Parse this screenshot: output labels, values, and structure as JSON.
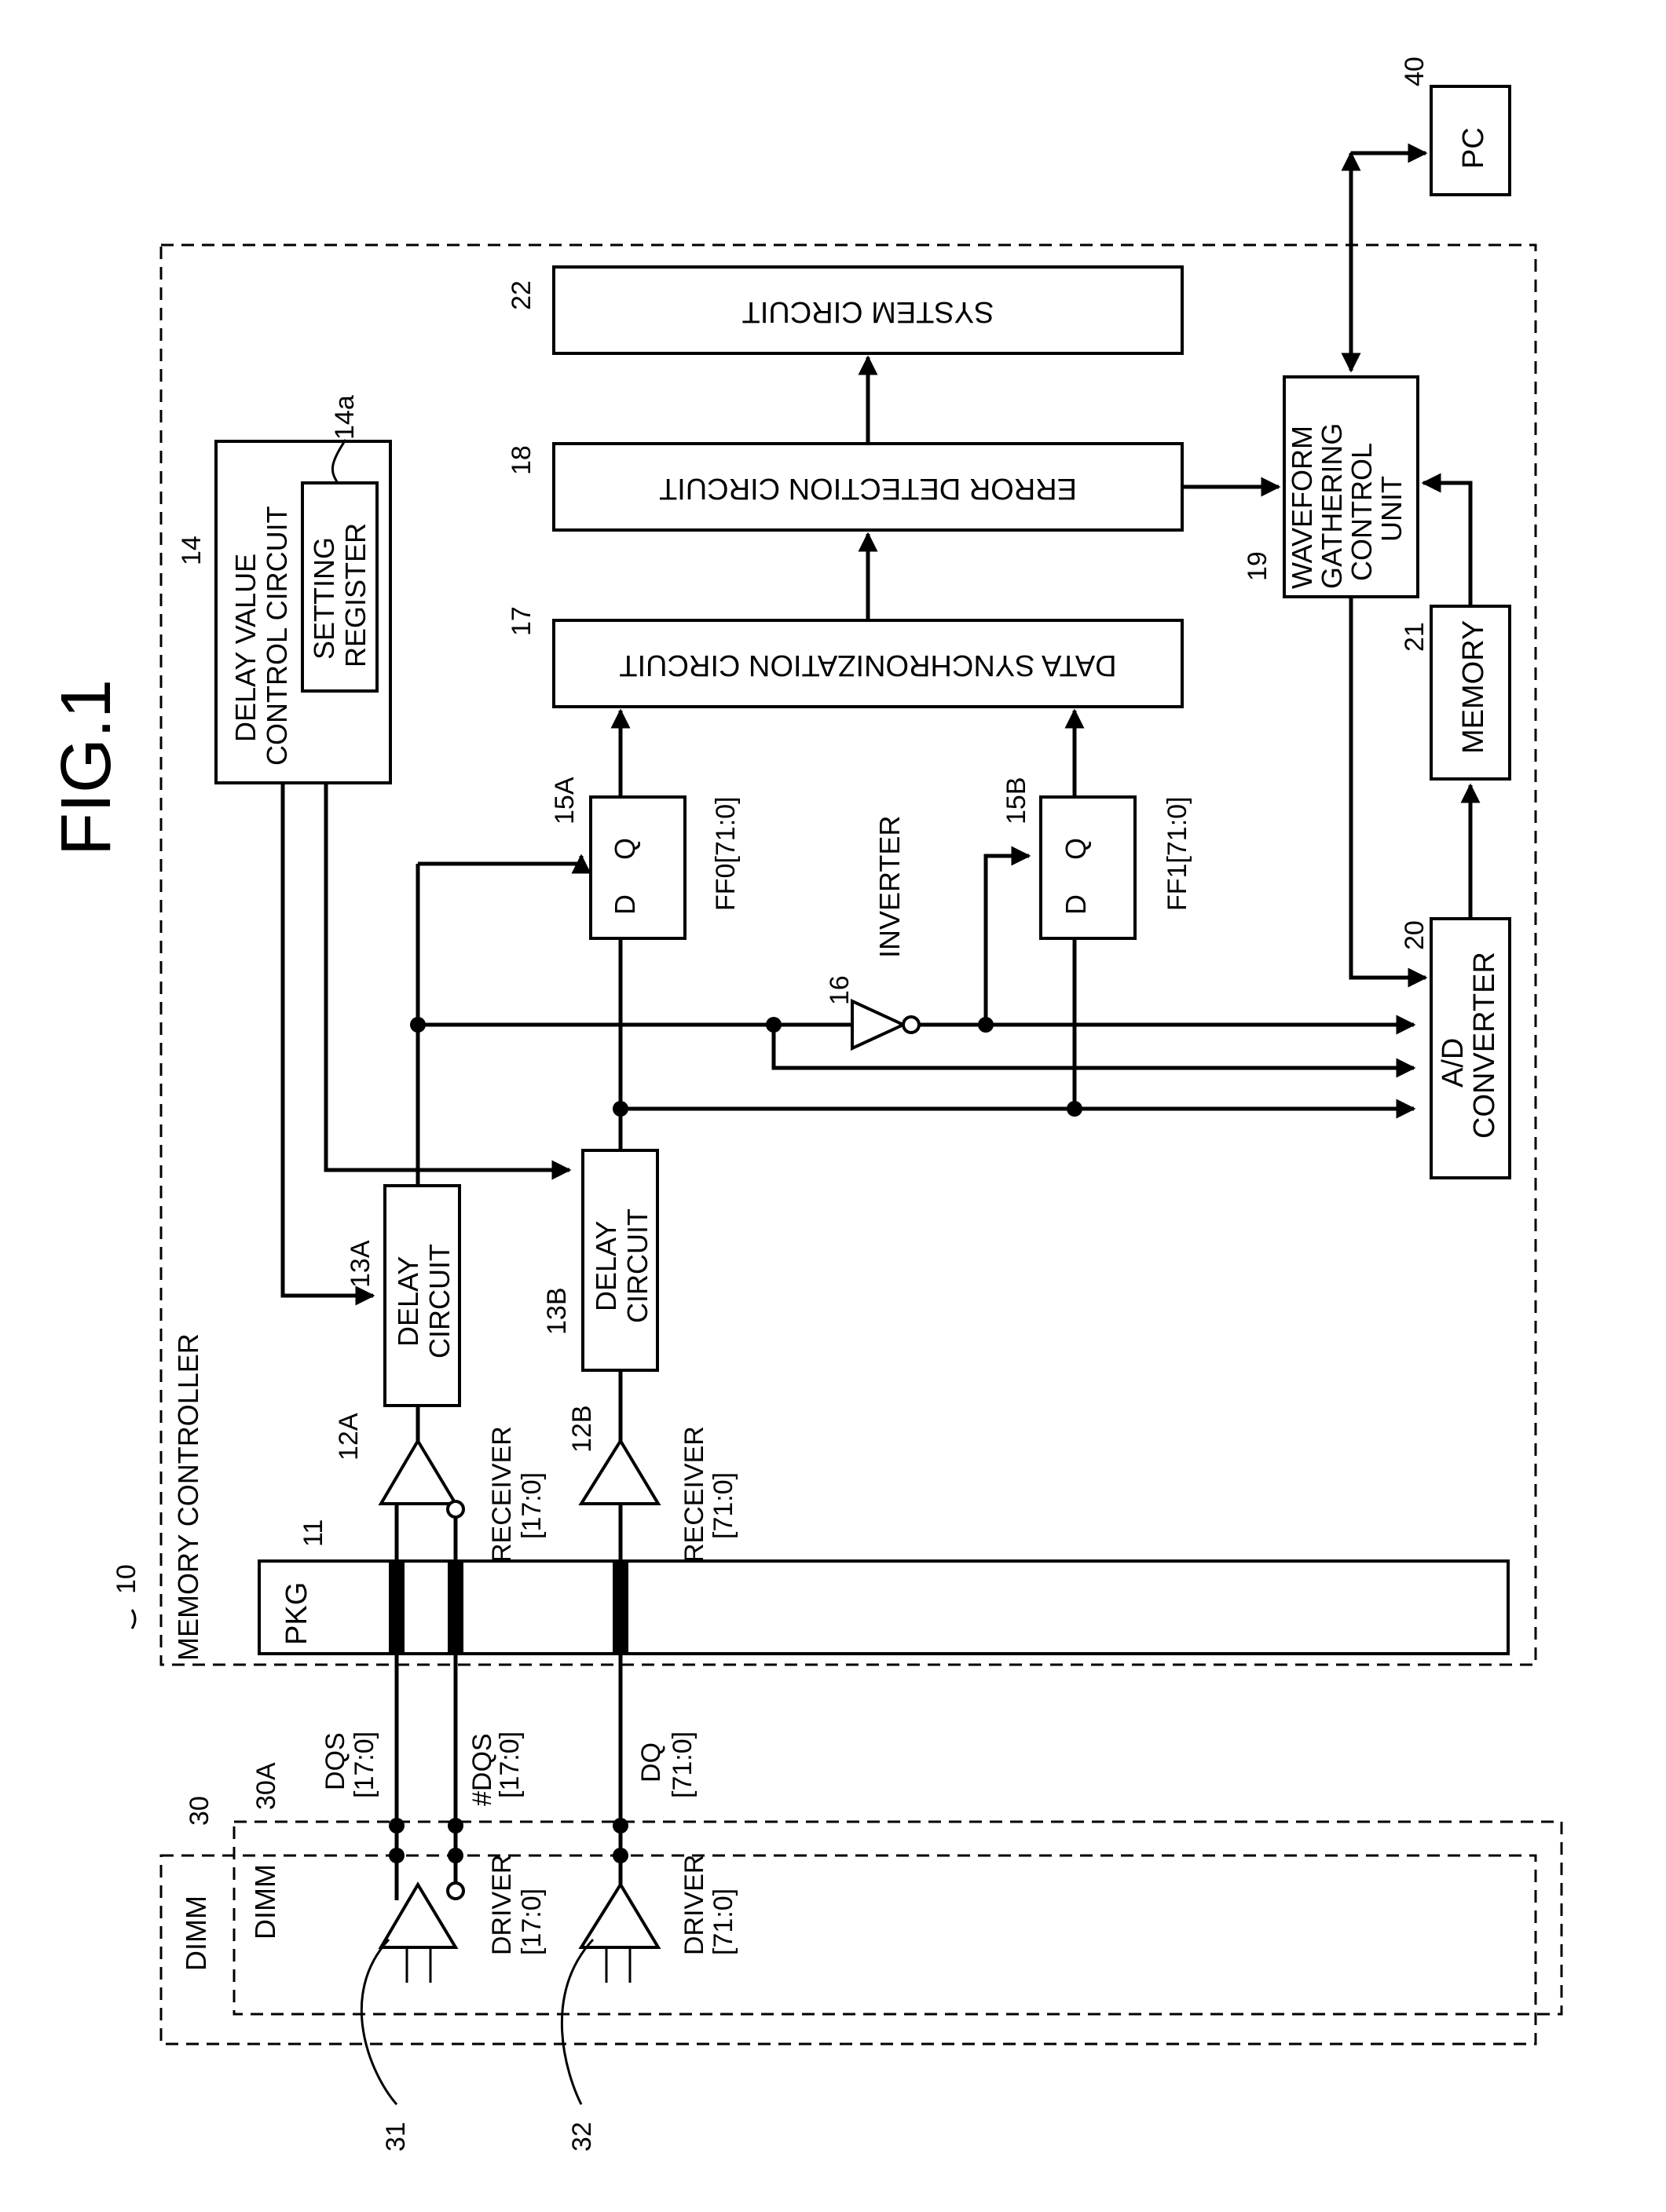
{
  "figure_title": "FIG.1",
  "memory_controller": {
    "ref": "10",
    "label": "MEMORY CONTROLLER"
  },
  "pkg": {
    "ref": "11",
    "label": "PKG"
  },
  "receiver_a": {
    "ref": "12A",
    "label_1": "RECEIVER",
    "label_2": "[17:0]"
  },
  "receiver_b": {
    "ref": "12B",
    "label_1": "RECEIVER",
    "label_2": "[71:0]"
  },
  "delay_a": {
    "ref": "13A",
    "label_1": "DELAY",
    "label_2": "CIRCUIT"
  },
  "delay_b": {
    "ref": "13B",
    "label_1": "DELAY",
    "label_2": "CIRCUIT"
  },
  "delay_value_control": {
    "ref": "14",
    "label_1": "DELAY VALUE",
    "label_2": "CONTROL CIRCUIT"
  },
  "setting_register": {
    "ref": "14a",
    "label_1": "SETTING",
    "label_2": "REGISTER"
  },
  "ff0": {
    "ref": "15A",
    "d": "D",
    "q": "Q",
    "name": "FF0[71:0]"
  },
  "ff1": {
    "ref": "15B",
    "d": "D",
    "q": "Q",
    "name": "FF1[71:0]"
  },
  "inverter": {
    "ref": "16",
    "label": "INVERTER"
  },
  "data_sync": {
    "ref": "17",
    "label": "DATA SYNCHRONIZATION CIRCUIT"
  },
  "error_detection": {
    "ref": "18",
    "label": "ERROR DETECTION CIRCUIT"
  },
  "waveform_gathering": {
    "ref": "19",
    "label_1": "WAVEFORM",
    "label_2": "GATHERING",
    "label_3": "CONTROL",
    "label_4": "UNIT"
  },
  "ad_converter": {
    "ref": "20",
    "label_1": "A/D",
    "label_2": "CONVERTER"
  },
  "memory": {
    "ref": "21",
    "label": "MEMORY"
  },
  "system_circuit": {
    "ref": "22",
    "label": "SYSTEM CIRCUIT"
  },
  "dimm_outer": {
    "ref": "30",
    "label": "DIMM"
  },
  "dimm_inner": {
    "ref": "30A",
    "label": "DIMM"
  },
  "driver_a": {
    "ref": "31",
    "label_1": "DRIVER",
    "label_2": "[17:0]"
  },
  "driver_b": {
    "ref": "32",
    "label_1": "DRIVER",
    "label_2": "[71:0]"
  },
  "pc": {
    "ref": "40",
    "label": "PC"
  },
  "signals": {
    "dqs_1": "DQS",
    "dqs_2": "[17:0]",
    "ndqs_1": "#DQS",
    "ndqs_2": "[17:0]",
    "dq_1": "DQ",
    "dq_2": "[71:0]"
  }
}
